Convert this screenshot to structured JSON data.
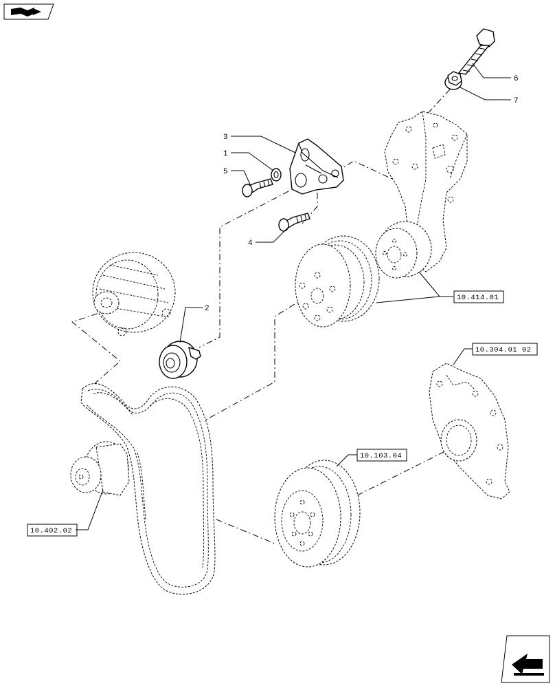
{
  "callouts": [
    {
      "id": "c1",
      "label": "1"
    },
    {
      "id": "c2",
      "label": "2"
    },
    {
      "id": "c3",
      "label": "3"
    },
    {
      "id": "c4",
      "label": "4"
    },
    {
      "id": "c5",
      "label": "5"
    },
    {
      "id": "c6",
      "label": "6"
    },
    {
      "id": "c7",
      "label": "7"
    }
  ],
  "references": [
    {
      "id": "r1",
      "label": "10.414.01"
    },
    {
      "id": "r2",
      "label": "10.304.01 02"
    },
    {
      "id": "r3",
      "label": "10.103.04"
    },
    {
      "id": "r4",
      "label": "10.402.02"
    }
  ],
  "icons": {
    "top_left": "book-open-icon",
    "bottom_right": "next-page-arrow-icon"
  }
}
